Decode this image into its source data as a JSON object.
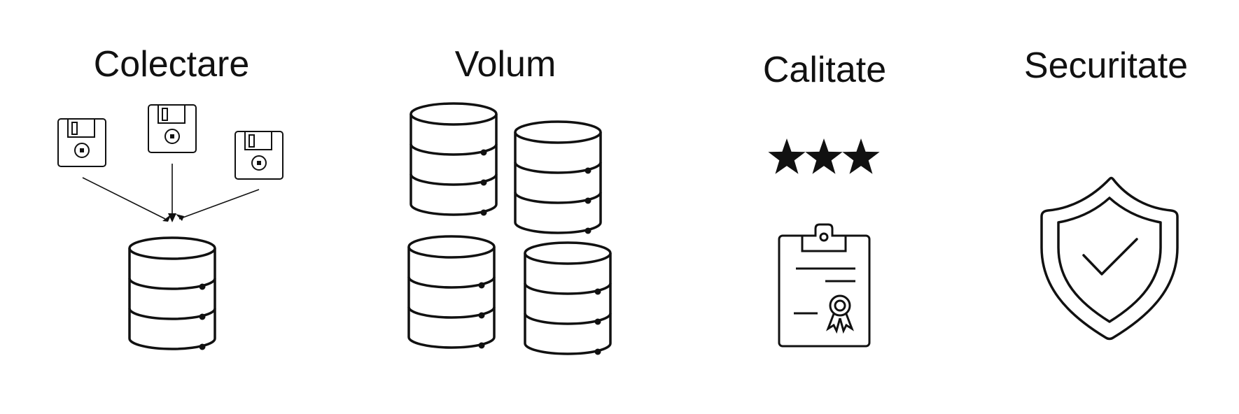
{
  "columns": [
    {
      "id": "collect",
      "title": "Colectare"
    },
    {
      "id": "volume",
      "title": "Volum"
    },
    {
      "id": "quality",
      "title": "Calitate"
    },
    {
      "id": "security",
      "title": "Securitate"
    }
  ],
  "colors": {
    "stroke": "#111111",
    "background": "#ffffff"
  },
  "icons": {
    "collect": [
      "floppy-disk-icon",
      "floppy-disk-icon",
      "floppy-disk-icon",
      "database-icon"
    ],
    "volume": [
      "database-icon",
      "database-icon",
      "database-icon",
      "database-icon"
    ],
    "quality": [
      "star-icon",
      "star-icon",
      "star-icon",
      "clipboard-certificate-icon"
    ],
    "security": [
      "shield-check-icon"
    ]
  },
  "rating": {
    "stars": 3
  }
}
